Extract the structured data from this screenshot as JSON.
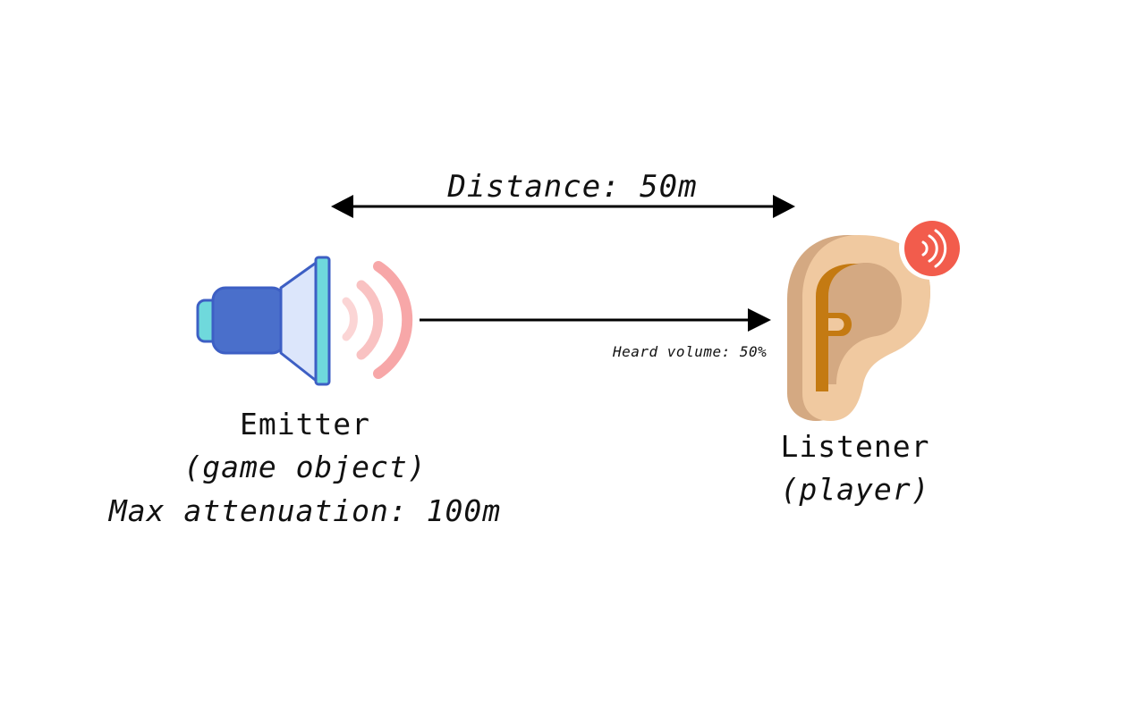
{
  "distance": {
    "label": "Distance: 50m"
  },
  "signal": {
    "label": "Heard volume: 50%"
  },
  "emitter": {
    "name": "Emitter",
    "role": "(game object)",
    "attenuation": "Max attenuation: 100m",
    "icon": "speaker-icon"
  },
  "listener": {
    "name": "Listener",
    "role": "(player)",
    "icon": "ear-icon",
    "badge_icon": "sound-waves-icon"
  },
  "colors": {
    "speaker_blue": "#4A6FCB",
    "speaker_outline": "#3D5FC4",
    "speaker_light": "#DCE6FB",
    "speaker_cyan": "#6FD9DC",
    "wave_pink": "#F7A7A8",
    "ear_skin": "#F0C9A0",
    "ear_shadow": "#D4A982",
    "ear_canal": "#C47A12",
    "badge_red": "#F25C4C",
    "arrow": "#000000"
  }
}
